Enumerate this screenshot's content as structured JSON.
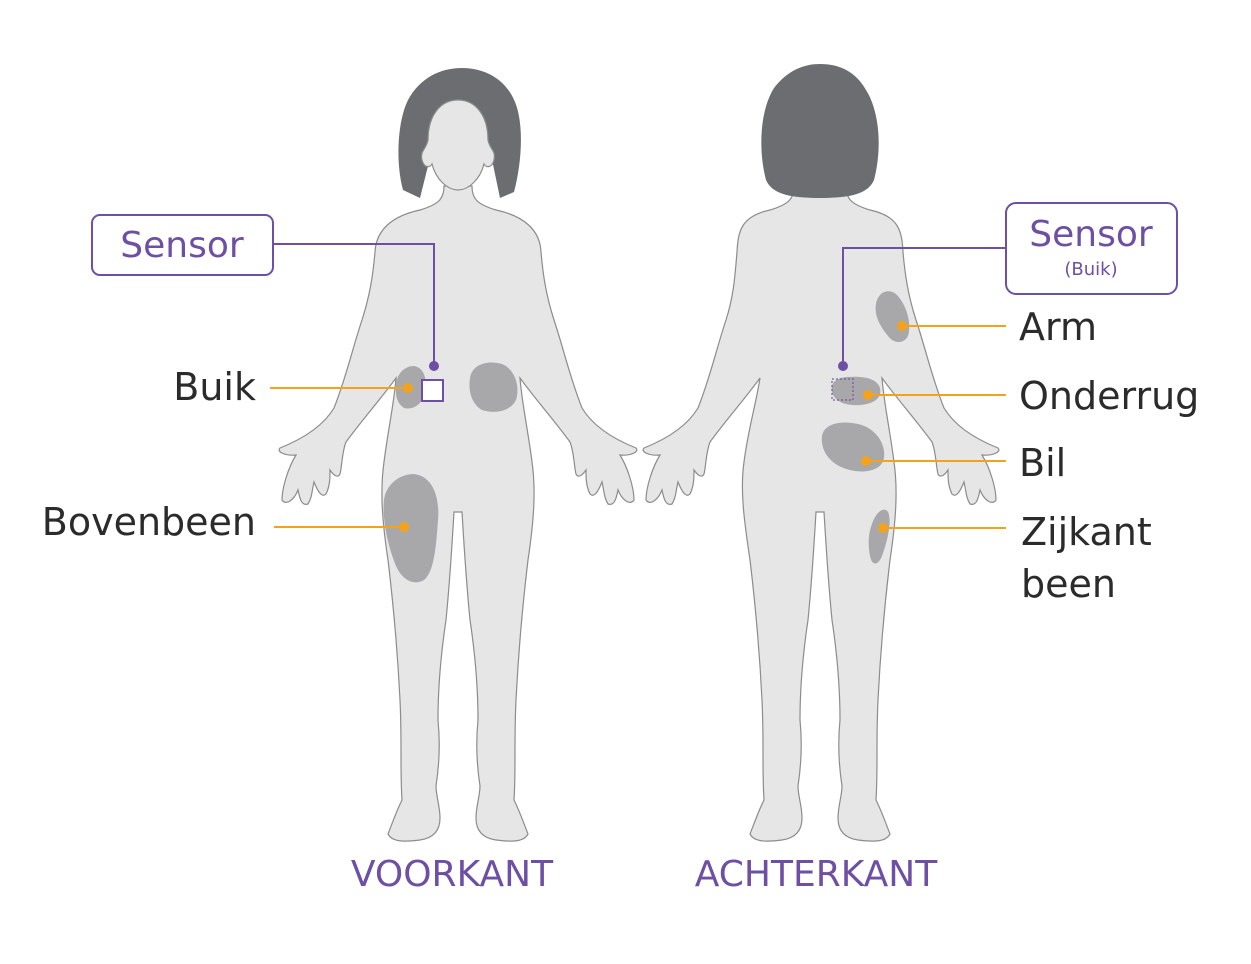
{
  "colors": {
    "accent": "#6d4fa3",
    "leader": "#f2a31b",
    "body_fill": "#e6e6e6",
    "body_outline": "#8c8c8c",
    "hair": "#6c6d70",
    "site_area": "#a8a8aa",
    "label_text": "#2b2b2b"
  },
  "views": {
    "front": "VOORKANT",
    "back": "ACHTERKANT"
  },
  "front_sensor_callout": {
    "title": "Sensor"
  },
  "back_sensor_callout": {
    "title": "Sensor",
    "subtitle": "(Buik)"
  },
  "front_sites": {
    "abdomen": "Buik",
    "thigh": "Bovenbeen"
  },
  "back_sites": {
    "arm": "Arm",
    "lower_back": "Onderrug",
    "buttock": "Bil",
    "side_leg_line1": "Zijkant",
    "side_leg_line2": "been"
  }
}
